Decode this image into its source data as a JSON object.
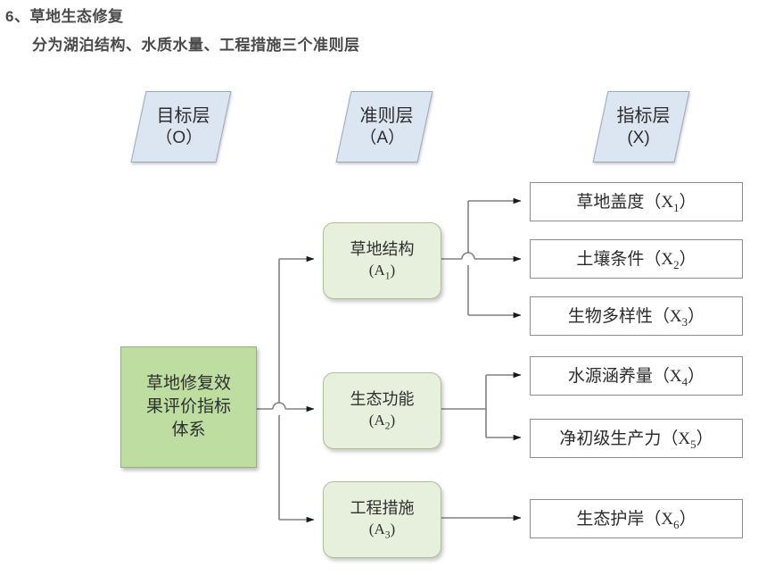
{
  "heading": {
    "line1": "6、草地生态修复",
    "line2": "分为湖泊结构、水质水量、工程措施三个准则层"
  },
  "layer_labels": [
    {
      "name": "goal-layer",
      "line1": "目标层",
      "line2": "（O）"
    },
    {
      "name": "criteria-layer",
      "line1": "准则层",
      "line2": "（A）"
    },
    {
      "name": "indicator-layer",
      "line1": "指标层",
      "line2": "(X)"
    }
  ],
  "goal": {
    "text": "草地修复效果评价指标体系",
    "lines": [
      "草地修复效",
      "果评价指标",
      "体系"
    ],
    "code": "O"
  },
  "criteria": [
    {
      "label": "草地结构",
      "code": "(A",
      "index": "1",
      "code_close": ")"
    },
    {
      "label": "生态功能",
      "code": "(A",
      "index": "2",
      "code_close": ")"
    },
    {
      "label": "工程措施",
      "code": "(A",
      "index": "3",
      "code_close": ")"
    }
  ],
  "indicators": [
    {
      "label": "草地盖度（X",
      "index": "1",
      "close": "）",
      "parent": "A1"
    },
    {
      "label": "土壤条件（X",
      "index": "2",
      "close": "）",
      "parent": "A1"
    },
    {
      "label": "生物多样性（X",
      "index": "3",
      "close": "）",
      "parent": "A1"
    },
    {
      "label": "水源涵养量（X",
      "index": "4",
      "close": "）",
      "parent": "A2"
    },
    {
      "label": "净初级生产力（X",
      "index": "5",
      "close": "）",
      "parent": "A2"
    },
    {
      "label": "生态护岸（X",
      "index": "6",
      "close": "）",
      "parent": "A3"
    }
  ],
  "colors": {
    "goal_fill": "#bedda0",
    "criteria_fill": "#e6f0dd",
    "layer_fill": "#dce6f2",
    "indicator_fill": "#ffffff",
    "connector": "#808080",
    "text": "#2f2f2f"
  }
}
